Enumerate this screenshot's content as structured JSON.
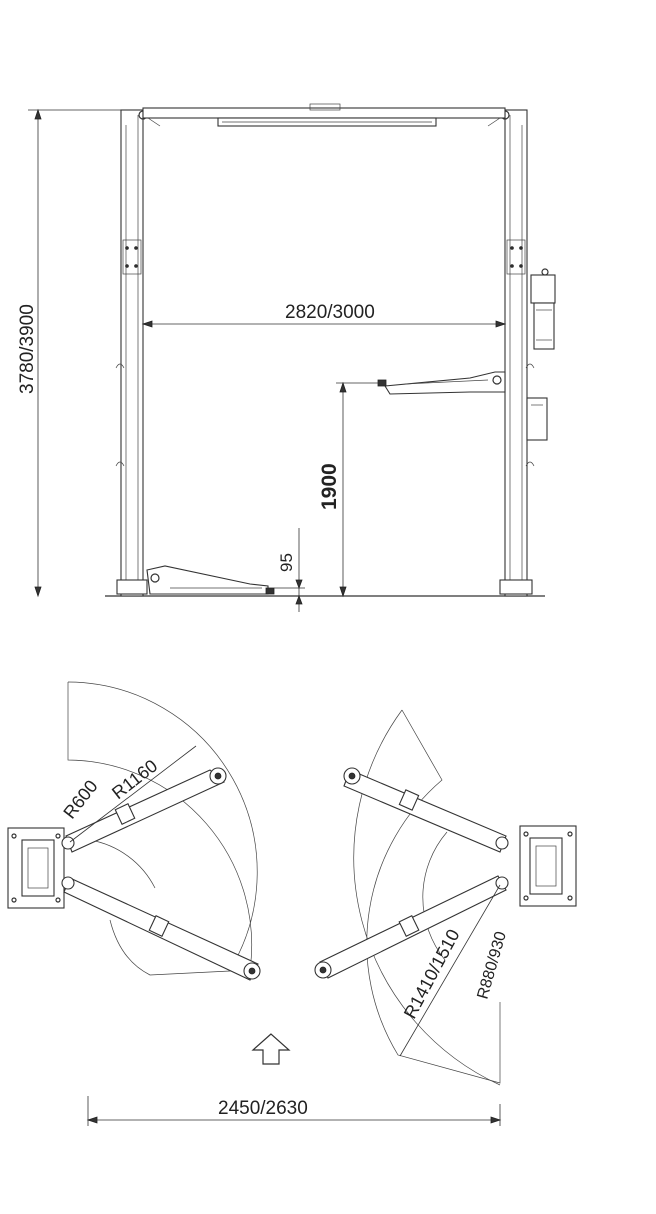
{
  "front_view": {
    "overall_height": "3780/3900",
    "width_between_columns": "2820/3000",
    "lift_height": "1900",
    "min_pad_height": "95"
  },
  "top_view": {
    "short_arm_radius": "R600",
    "short_arm_reach": "R1160",
    "long_arm_reach": "R1410/1510",
    "long_arm_radius": "R880/930",
    "overall_width": "2450/2630"
  },
  "icons": {
    "drive_direction": "up-arrow-icon"
  }
}
